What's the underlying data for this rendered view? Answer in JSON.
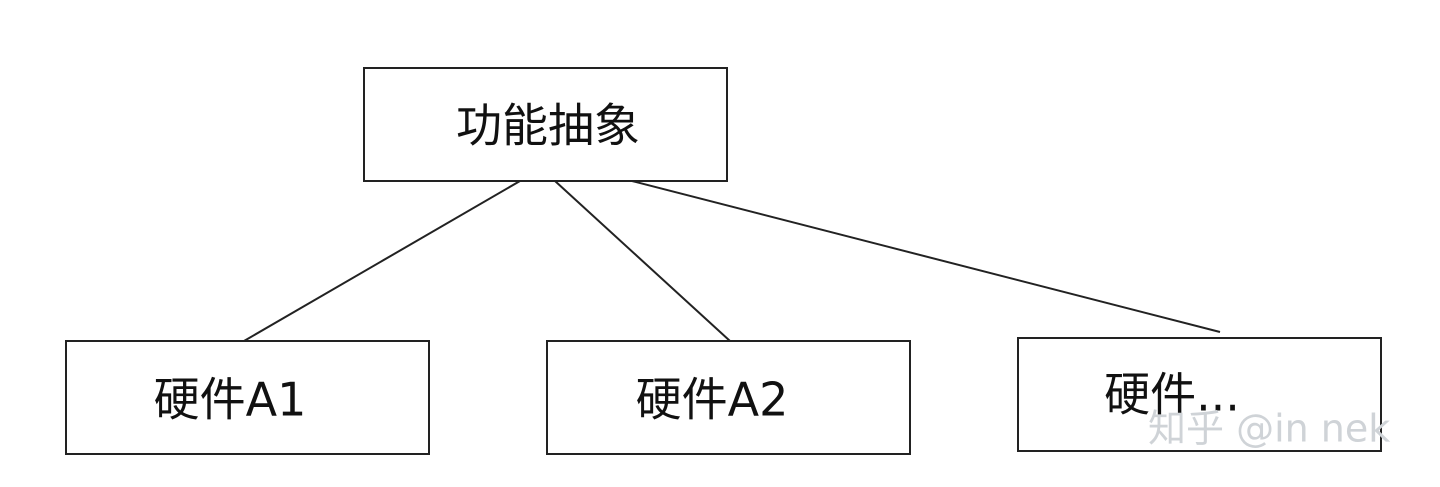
{
  "diagram": {
    "root": {
      "label": "功能抽象"
    },
    "children": [
      {
        "label": "硬件A1"
      },
      {
        "label": "硬件A2"
      },
      {
        "label": "硬件..."
      }
    ]
  },
  "watermark": {
    "text": "知乎 @in nek"
  }
}
